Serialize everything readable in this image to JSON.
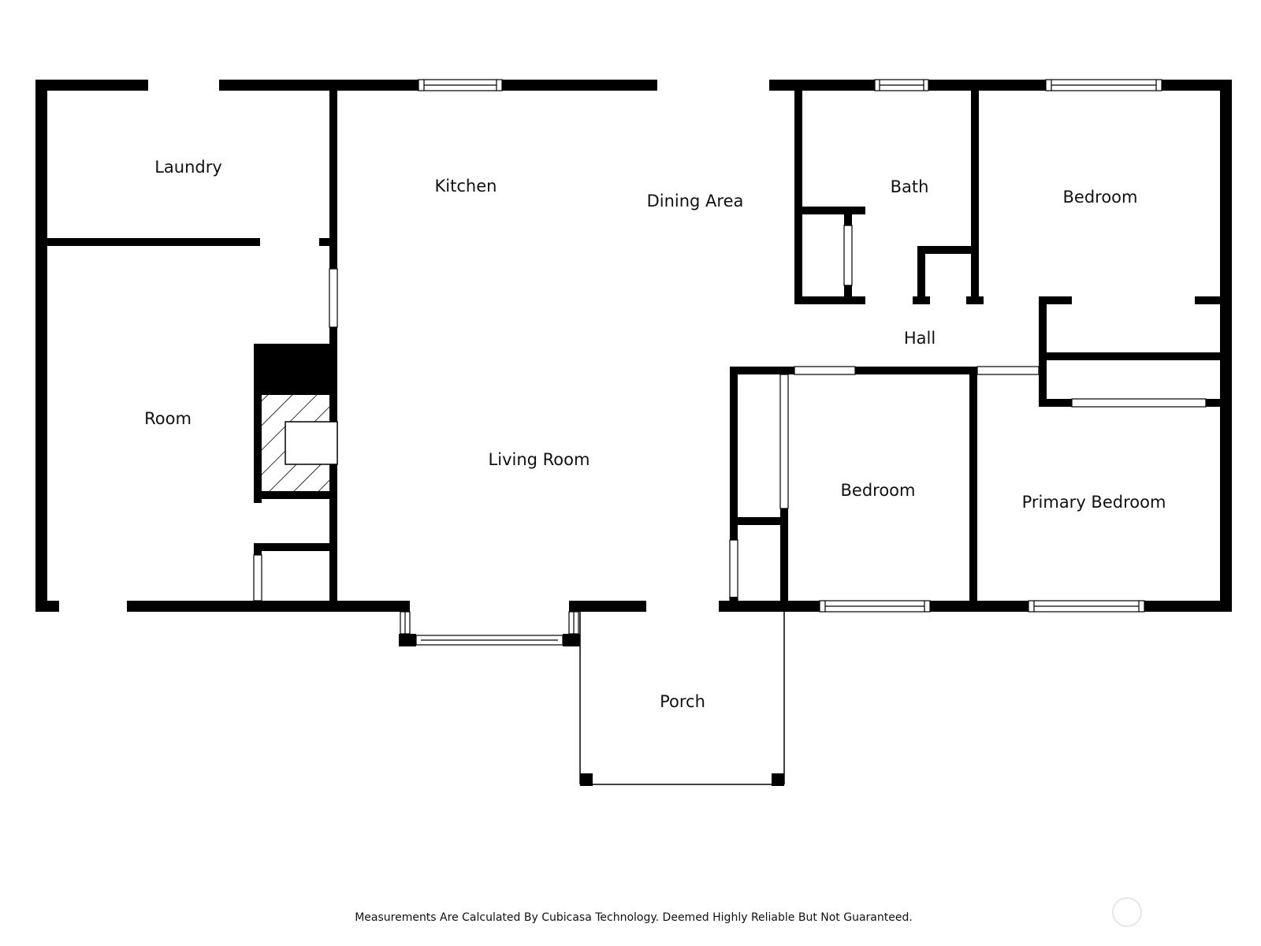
{
  "rooms": {
    "laundry": "Laundry",
    "kitchen": "Kitchen",
    "dining": "Dining Area",
    "bath": "Bath",
    "bedroom_ne": "Bedroom",
    "hall": "Hall",
    "room": "Room",
    "living": "Living Room",
    "bedroom_s": "Bedroom",
    "primary": "Primary Bedroom",
    "porch": "Porch"
  },
  "footer": {
    "disclaimer": "Measurements Are Calculated By Cubicasa Technology. Deemed Highly Reliable But Not Guaranteed."
  },
  "colors": {
    "wall": "#000000",
    "background": "#ffffff"
  },
  "icons": {
    "watermark": "cubicasa-logo-icon"
  }
}
